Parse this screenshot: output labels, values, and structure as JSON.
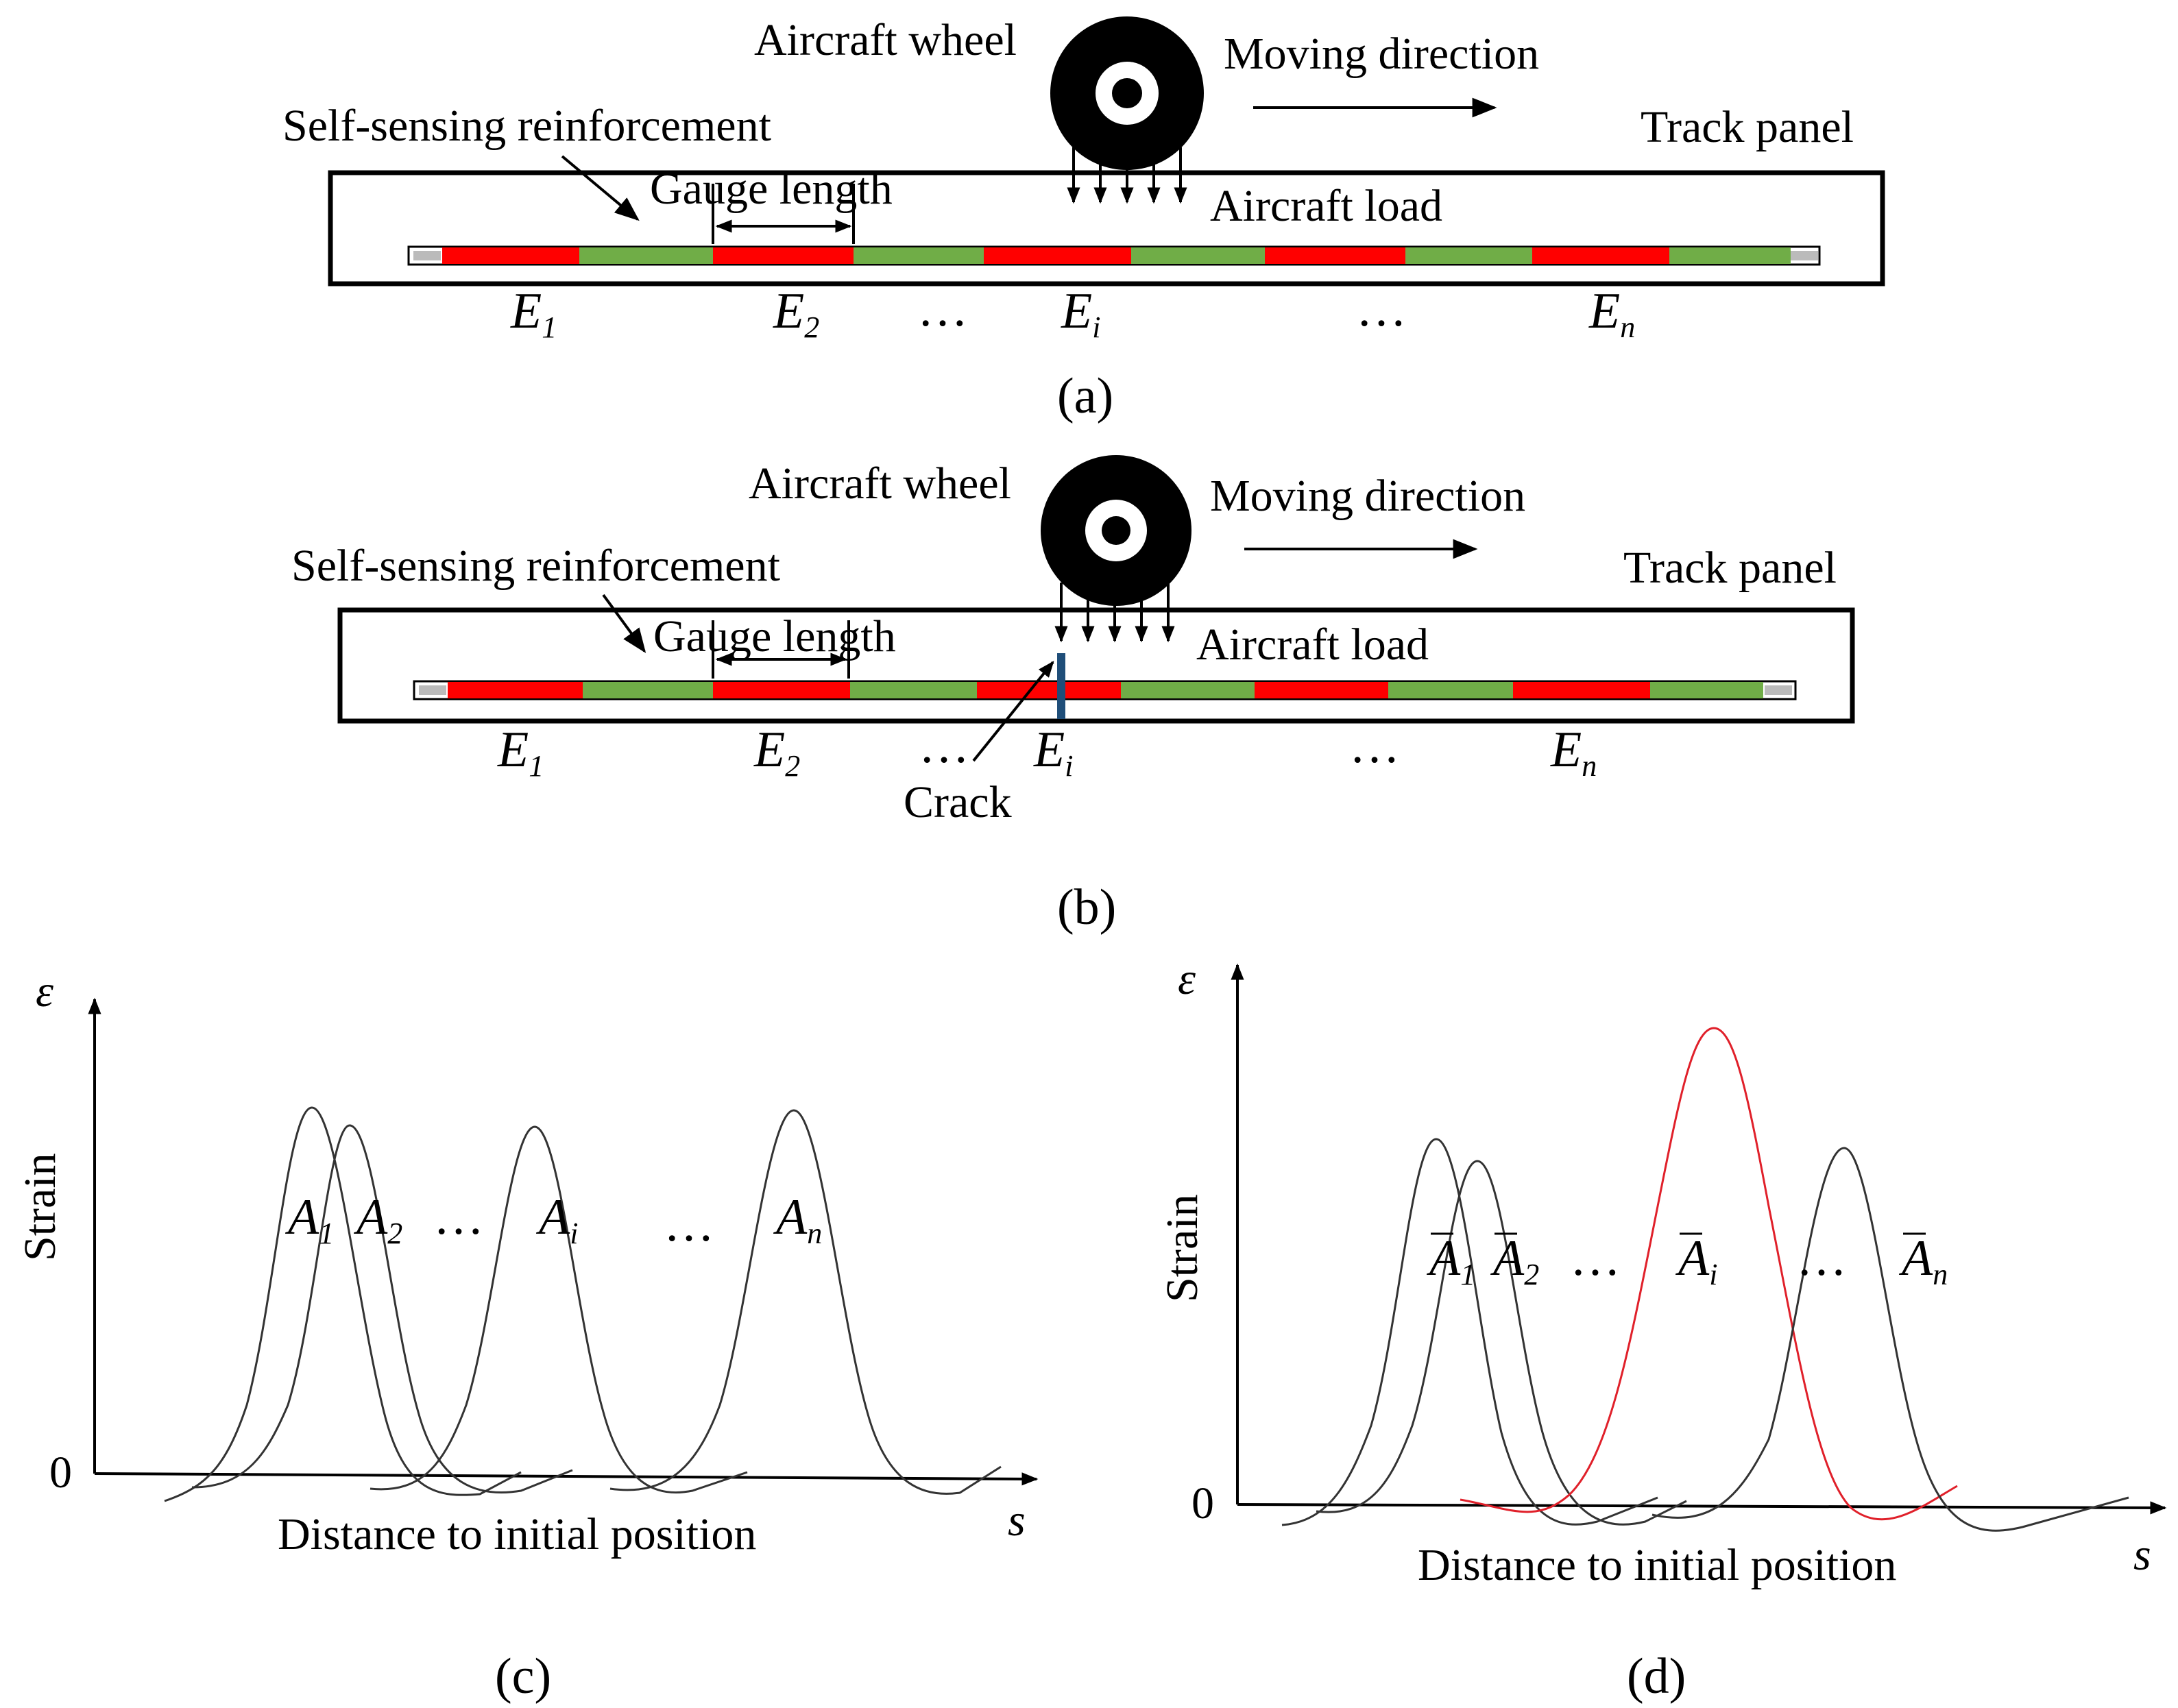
{
  "panel_a": {
    "caption": "(a)",
    "wheel_label": "Aircraft wheel",
    "direction_label": "Moving direction",
    "reinforcement_label": "Self-sensing reinforcement",
    "track_label": "Track panel",
    "gauge_label": "Gauge length",
    "load_label": "Aircraft load",
    "element_labels": [
      {
        "base": "E",
        "sub": "1"
      },
      {
        "base": "E",
        "sub": "2"
      },
      {
        "base": "…",
        "sub": ""
      },
      {
        "base": "E",
        "sub": "i"
      },
      {
        "base": "…",
        "sub": ""
      },
      {
        "base": "E",
        "sub": "n"
      }
    ]
  },
  "panel_b": {
    "caption": "(b)",
    "wheel_label": "Aircraft wheel",
    "direction_label": "Moving direction",
    "reinforcement_label": "Self-sensing reinforcement",
    "track_label": "Track panel",
    "gauge_label": "Gauge length",
    "load_label": "Aircraft load",
    "crack_label": "Crack",
    "element_labels": [
      {
        "base": "E",
        "sub": "1"
      },
      {
        "base": "E",
        "sub": "2"
      },
      {
        "base": "…",
        "sub": ""
      },
      {
        "base": "E",
        "sub": "i"
      },
      {
        "base": "…",
        "sub": ""
      },
      {
        "base": "E",
        "sub": "n"
      }
    ]
  },
  "panel_c": {
    "caption": "(c)",
    "y_symbol": "ε",
    "y_label": "Strain",
    "origin_label": "0",
    "x_symbol": "s",
    "x_label": "Distance to initial position",
    "peaks": [
      {
        "base": "A",
        "sub": "1",
        "color": "#333333"
      },
      {
        "base": "A",
        "sub": "2",
        "color": "#333333"
      },
      {
        "base": "A",
        "sub": "i",
        "color": "#333333"
      },
      {
        "base": "A",
        "sub": "n",
        "color": "#333333"
      }
    ],
    "ellipses": [
      "…",
      "…"
    ]
  },
  "panel_d": {
    "caption": "(d)",
    "y_symbol": "ε",
    "y_label": "Strain",
    "origin_label": "0",
    "x_symbol": "s",
    "x_label": "Distance to initial position",
    "peaks": [
      {
        "base": "A",
        "sub": "1",
        "color": "#333333"
      },
      {
        "base": "A",
        "sub": "2",
        "color": "#333333"
      },
      {
        "base": "A",
        "sub": "i",
        "color": "#e0202a"
      },
      {
        "base": "A",
        "sub": "n",
        "color": "#333333"
      }
    ],
    "ellipses": [
      "…",
      "…"
    ]
  },
  "colors": {
    "segment_red": "#ff0000",
    "segment_green": "#70ad47",
    "crack_blue": "#1f4e79",
    "curve_gray": "#333333",
    "curve_red": "#e0202a"
  }
}
